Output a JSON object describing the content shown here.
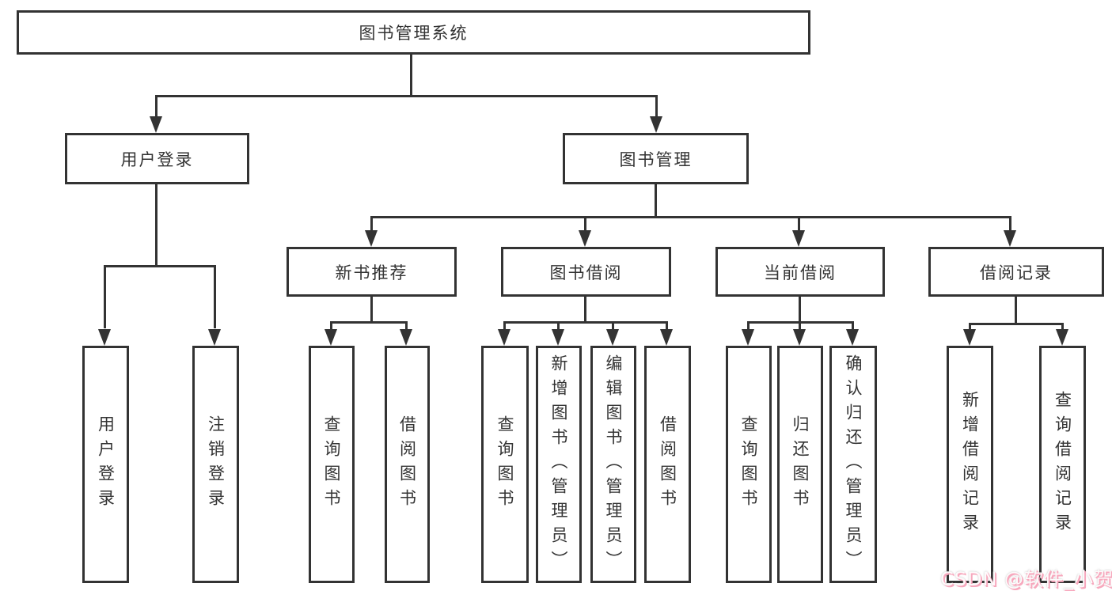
{
  "root": {
    "label": "图书管理系统"
  },
  "level2": {
    "user": {
      "label": "用户登录"
    },
    "books": {
      "label": "图书管理"
    }
  },
  "level3": {
    "recommend": {
      "label": "新书推荐"
    },
    "borrow": {
      "label": "图书借阅"
    },
    "current": {
      "label": "当前借阅"
    },
    "records": {
      "label": "借阅记录"
    }
  },
  "leaves": {
    "user_login": {
      "label": "用户登录"
    },
    "logout": {
      "label": "注销登录"
    },
    "rec_query_book": {
      "label": "查询图书"
    },
    "rec_borrow_book": {
      "label": "借阅图书"
    },
    "bor_query_book": {
      "label": "查询图书"
    },
    "bor_add_book": {
      "label": "新增图书（管理员）"
    },
    "bor_edit_book": {
      "label": "编辑图书（管理员）"
    },
    "bor_borrow_book": {
      "label": "借阅图书"
    },
    "cur_query_book": {
      "label": "查询图书"
    },
    "cur_return_book": {
      "label": "归还图书"
    },
    "cur_confirm_return": {
      "label": "确认归还（管理员）"
    },
    "records_add": {
      "label": "新增借阅记录"
    },
    "records_query": {
      "label": "查询借阅记录"
    }
  },
  "watermark": {
    "text": "CSDN @软件_小贺同学"
  },
  "colors": {
    "line": "#333333",
    "box_fill": "#ffffff",
    "watermark_pink": "#f7a8bd"
  }
}
